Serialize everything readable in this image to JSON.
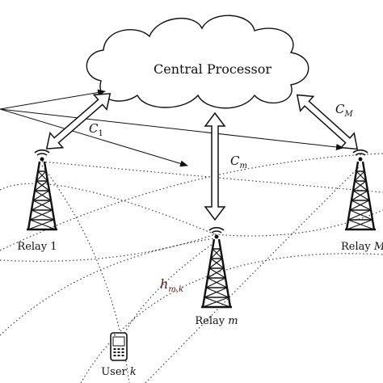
{
  "processor": {
    "label": "Central Processor"
  },
  "links": {
    "c1": {
      "base": "C",
      "sub": "1"
    },
    "cm": {
      "base": "C",
      "sub": "m"
    },
    "cM": {
      "base": "C",
      "sub": "M"
    }
  },
  "relays": {
    "r1": {
      "label": "Relay 1"
    },
    "rm": {
      "base": "Relay ",
      "var": "m"
    },
    "rM": {
      "base": "Relay ",
      "var": "M"
    }
  },
  "user": {
    "base": "User ",
    "var": "k"
  },
  "channel": {
    "base": "h",
    "sub": "m,k",
    "color": "#5a1a1a"
  },
  "colors": {
    "stroke": "#111111",
    "dotted": "#333333"
  }
}
